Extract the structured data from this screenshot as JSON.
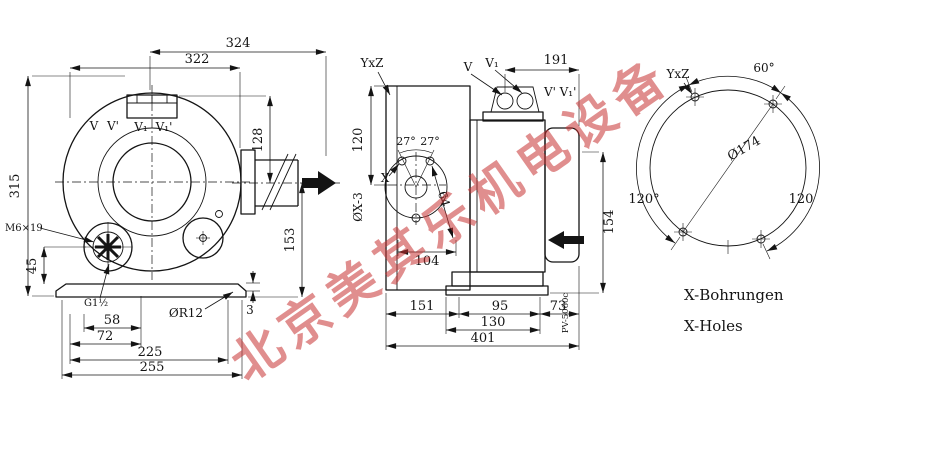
{
  "watermark": {
    "text": "北京美其乐机电设备",
    "color": "#c83232"
  },
  "front_view": {
    "port_labels": [
      "V",
      "V'",
      "V₁",
      "V₁'"
    ],
    "dim_324": "324",
    "dim_322": "322",
    "dim_315": "315",
    "dim_128": "128",
    "dim_153": "153",
    "dim_45": "45",
    "dim_3": "3",
    "dim_58": "58",
    "dim_72": "72",
    "dim_225": "225",
    "dim_255": "255",
    "label_m6": "M6×19",
    "label_thread": "G1½",
    "label_radius": "ØR12"
  },
  "side_view": {
    "label_yxz": "YxZ",
    "label_v": "V",
    "label_v1": "V₁",
    "label_vp": "V'",
    "label_v1p": "V₁'",
    "dim_191": "191",
    "dim_120": "120",
    "label_holes": "ØX-3",
    "angle_left": "27°",
    "angle_right": "27°",
    "dim_64": "64",
    "dim_104": "104",
    "label_x": "X",
    "dim_154": "154",
    "dim_151": "151",
    "dim_95": "95",
    "dim_73": "73",
    "dim_130": "130",
    "dim_401": "401",
    "doc_number": "PV-5060c"
  },
  "hole_view": {
    "label_yxz": "YxZ",
    "angle_60": "60°",
    "dim_d174": "Ø174",
    "angle_120": "120°",
    "dim_120": "120",
    "caption_de": "X-Bohrungen",
    "caption_en": "X-Holes"
  }
}
